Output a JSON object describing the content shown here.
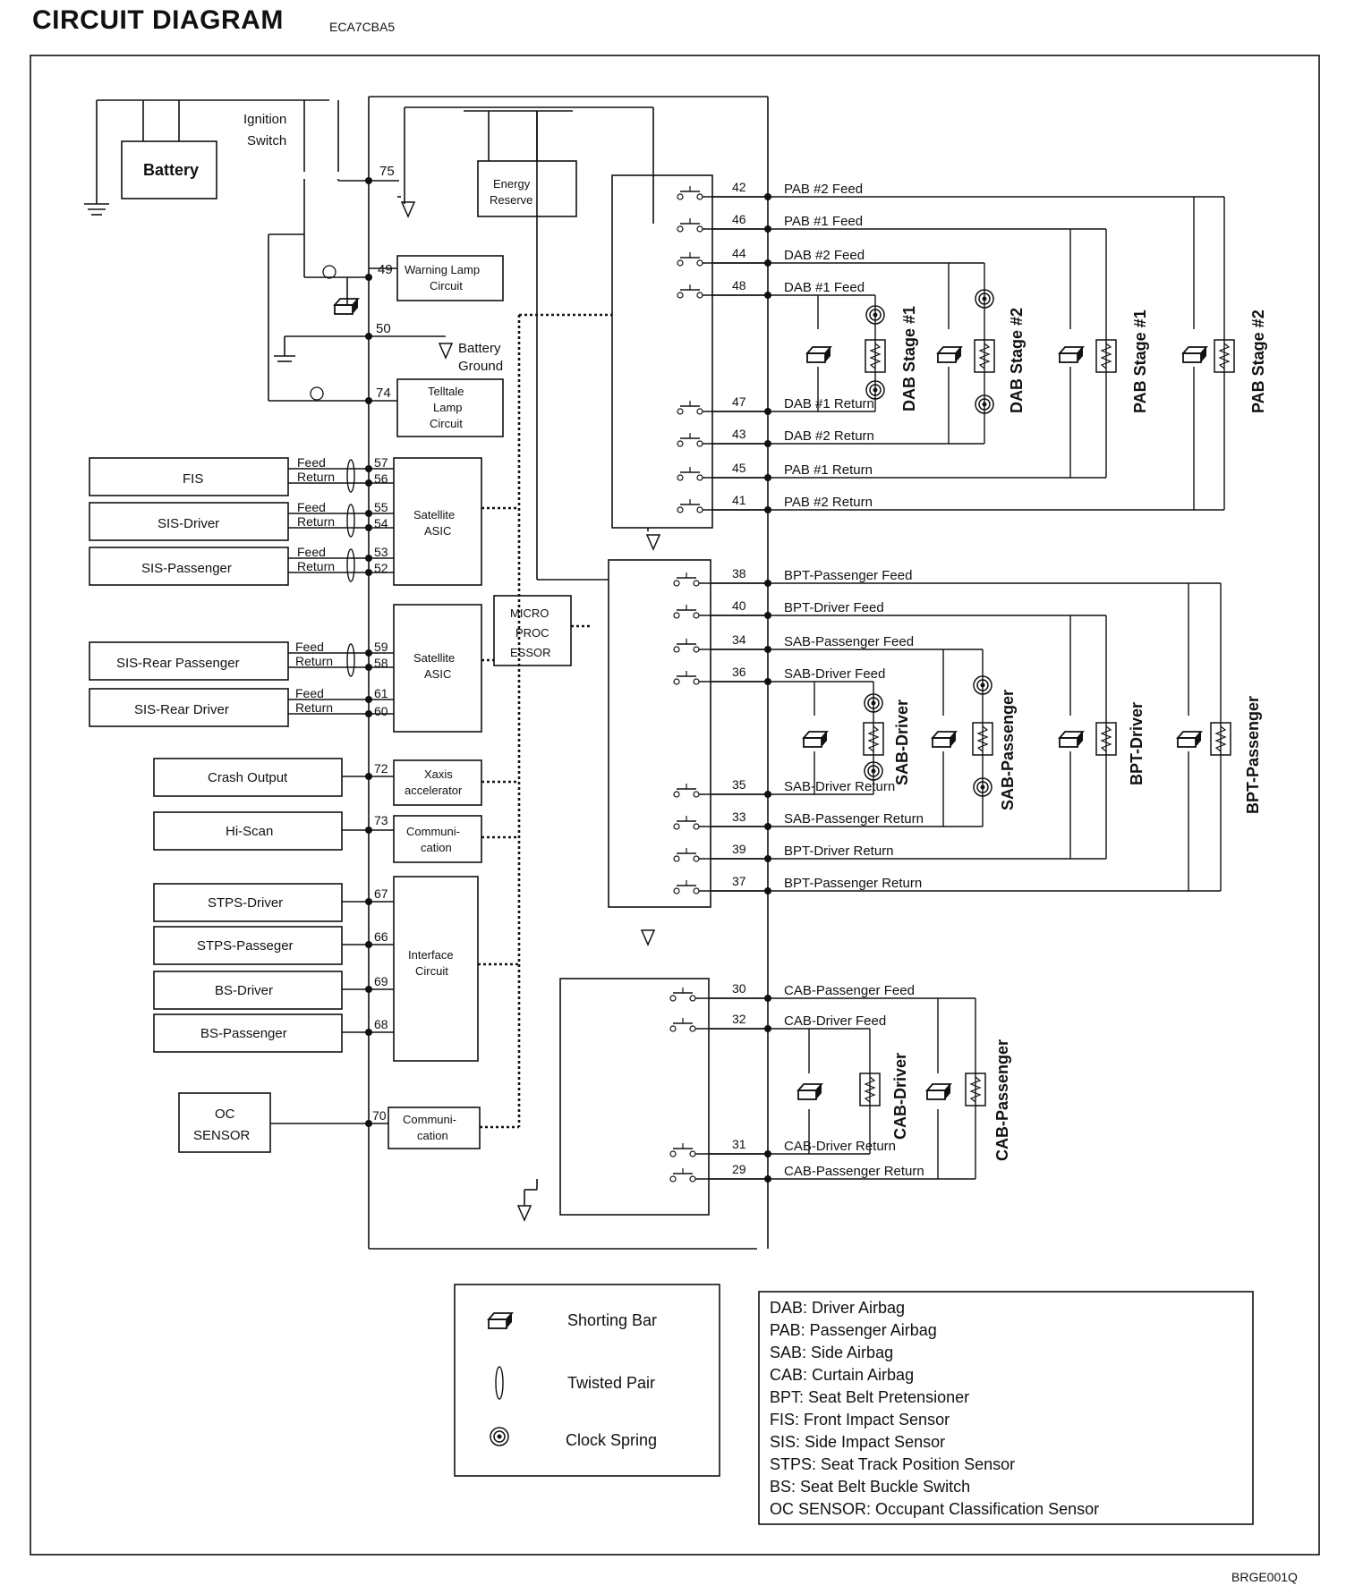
{
  "header": {
    "title": "CIRCUIT DIAGRAM",
    "code": "ECA7CBA5"
  },
  "footer": {
    "code": "BRGE001Q"
  },
  "power": {
    "battery": "Battery",
    "ignition_switch": [
      "Ignition",
      "Switch"
    ],
    "energy_reserve": [
      "Energy",
      "Reserve"
    ],
    "warning_lamp": [
      "Warning Lamp",
      "Circuit"
    ],
    "battery_ground": [
      "Battery",
      "Ground"
    ],
    "telltale_lamp": [
      "Telltale",
      "Lamp",
      "Circuit"
    ],
    "pins": {
      "p75": "75",
      "p49": "49",
      "p50": "50",
      "p74": "74"
    }
  },
  "sensors": {
    "fis": "FIS",
    "sis_driver": "SIS-Driver",
    "sis_passenger": "SIS-Passenger",
    "sis_rear_passenger": "SIS-Rear Passenger",
    "sis_rear_driver": "SIS-Rear Driver",
    "crash_output": "Crash Output",
    "hi_scan": "Hi-Scan",
    "stps_driver": "STPS-Driver",
    "stps_passenger": "STPS-Passeger",
    "bs_driver": "BS-Driver",
    "bs_passenger": "BS-Passenger",
    "oc_sensor": [
      "OC",
      "SENSOR"
    ],
    "feed": "Feed",
    "return": "Return"
  },
  "modules": {
    "satellite_asic": [
      "Satellite",
      "ASIC"
    ],
    "microprocessor": [
      "MICRO",
      "PROC",
      "ESSOR"
    ],
    "xaxis": [
      "Xaxis",
      "accelerator"
    ],
    "communication": [
      "Communi-",
      "cation"
    ],
    "interface": [
      "Interface",
      "Circuit"
    ]
  },
  "left_pins": [
    "57",
    "56",
    "55",
    "54",
    "53",
    "52",
    "59",
    "58",
    "61",
    "60",
    "72",
    "73",
    "67",
    "66",
    "69",
    "68",
    "70"
  ],
  "outputs": [
    {
      "pin": "42",
      "label": "PAB #2 Feed"
    },
    {
      "pin": "46",
      "label": "PAB #1 Feed"
    },
    {
      "pin": "44",
      "label": "DAB #2 Feed"
    },
    {
      "pin": "48",
      "label": "DAB #1 Feed"
    },
    {
      "pin": "47",
      "label": "DAB #1 Return"
    },
    {
      "pin": "43",
      "label": "DAB #2 Return"
    },
    {
      "pin": "45",
      "label": "PAB #1 Return"
    },
    {
      "pin": "41",
      "label": "PAB #2 Return"
    },
    {
      "pin": "38",
      "label": "BPT-Passenger Feed"
    },
    {
      "pin": "40",
      "label": "BPT-Driver Feed"
    },
    {
      "pin": "34",
      "label": "SAB-Passenger Feed"
    },
    {
      "pin": "36",
      "label": "SAB-Driver Feed"
    },
    {
      "pin": "35",
      "label": "SAB-Driver Return"
    },
    {
      "pin": "33",
      "label": "SAB-Passenger Return"
    },
    {
      "pin": "39",
      "label": "BPT-Driver Return"
    },
    {
      "pin": "37",
      "label": "BPT-Passenger Return"
    },
    {
      "pin": "30",
      "label": "CAB-Passenger Feed"
    },
    {
      "pin": "32",
      "label": "CAB-Driver Feed"
    },
    {
      "pin": "31",
      "label": "CAB-Driver Return"
    },
    {
      "pin": "29",
      "label": "CAB-Passenger Return"
    }
  ],
  "devices": {
    "dab1": "DAB Stage #1",
    "dab2": "DAB Stage #2",
    "pab1": "PAB Stage #1",
    "pab2": "PAB Stage #2",
    "sab_driver": "SAB-Driver",
    "sab_passenger": "SAB-Passenger",
    "bpt_driver": "BPT-Driver",
    "bpt_passenger": "BPT-Passenger",
    "cab_driver": "CAB-Driver",
    "cab_passenger": "CAB-Passenger"
  },
  "legend": {
    "shorting_bar": "Shorting Bar",
    "twisted_pair": "Twisted Pair",
    "clock_spring": "Clock Spring"
  },
  "abbreviations": [
    "DAB: Driver Airbag",
    "PAB: Passenger Airbag",
    "SAB: Side Airbag",
    "CAB: Curtain Airbag",
    "BPT: Seat Belt Pretensioner",
    "FIS: Front Impact Sensor",
    "SIS: Side Impact Sensor",
    "STPS: Seat Track Position Sensor",
    "BS: Seat Belt Buckle Switch",
    "OC SENSOR: Occupant Classification Sensor"
  ]
}
